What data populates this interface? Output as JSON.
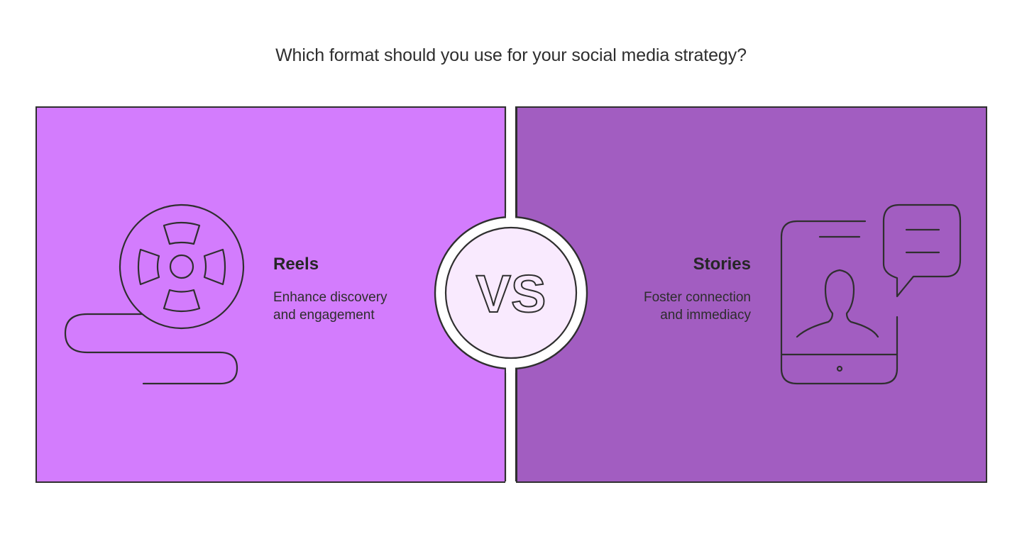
{
  "title": "Which format should you use for your social media strategy?",
  "colors": {
    "left_panel": "#d37cfd",
    "right_panel": "#a25dc1",
    "vs_fill": "#f9eafe",
    "stroke": "#2f2f2f"
  },
  "left": {
    "title": "Reels",
    "desc_line1": "Enhance discovery",
    "desc_line2": "and engagement",
    "icon": "film-reel-icon"
  },
  "right": {
    "title": "Stories",
    "desc_line1": "Foster connection",
    "desc_line2": "and immediacy",
    "icon": "phone-profile-chat-icon"
  },
  "center": {
    "label": "VS"
  }
}
